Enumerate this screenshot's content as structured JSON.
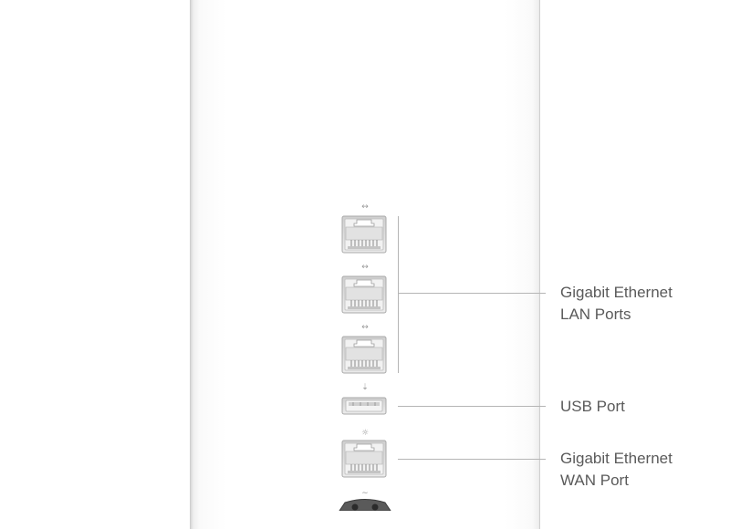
{
  "ports": [
    {
      "name": "lan-port-1",
      "symbol": "↔"
    },
    {
      "name": "lan-port-2",
      "symbol": "↔"
    },
    {
      "name": "lan-port-3",
      "symbol": "↔"
    },
    {
      "name": "usb-port",
      "symbol": "⇣"
    },
    {
      "name": "wan-port",
      "symbol": "☼"
    },
    {
      "name": "power-port",
      "symbol": "∼"
    }
  ],
  "labels": {
    "lan": {
      "line1": "Gigabit Ethernet",
      "line2": "LAN Ports"
    },
    "usb": {
      "line1": "USB Port"
    },
    "wan": {
      "line1": "Gigabit Ethernet",
      "line2": "WAN Port"
    }
  },
  "colors": {
    "leader_line": "#b5b5b5",
    "label_text": "#5a5a5a",
    "port_body": "#d9d9d9"
  }
}
